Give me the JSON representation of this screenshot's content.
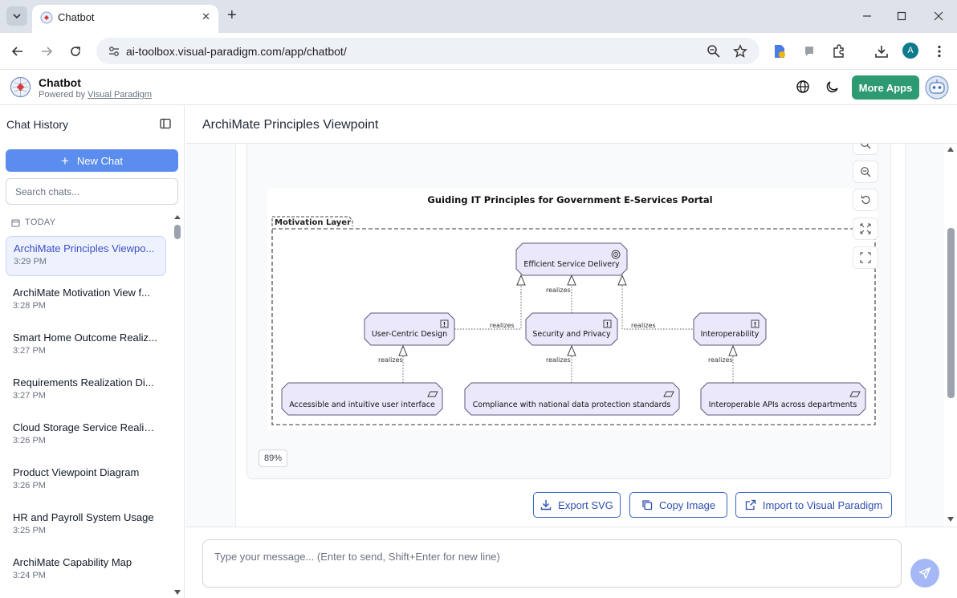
{
  "browser": {
    "tab_title": "Chatbot",
    "url": "ai-toolbox.visual-paradigm.com/app/chatbot/",
    "profile_initial": "A"
  },
  "app": {
    "title": "Chatbot",
    "powered_by": "Powered by",
    "powered_link": "Visual Paradigm",
    "more_apps": "More Apps"
  },
  "sidebar": {
    "title": "Chat History",
    "new_chat": "New Chat",
    "search_placeholder": "Search chats...",
    "group_label": "TODAY",
    "chats": [
      {
        "name": "ArchiMate Principles Viewpo...",
        "time": "3:29 PM",
        "active": true
      },
      {
        "name": "ArchiMate Motivation View f...",
        "time": "3:28 PM"
      },
      {
        "name": "Smart Home Outcome Realiz...",
        "time": "3:27 PM"
      },
      {
        "name": "Requirements Realization Di...",
        "time": "3:27 PM"
      },
      {
        "name": "Cloud Storage Service Realiz...",
        "time": "3:26 PM"
      },
      {
        "name": "Product Viewpoint Diagram",
        "time": "3:26 PM"
      },
      {
        "name": "HR and Payroll System Usage",
        "time": "3:25 PM"
      },
      {
        "name": "ArchiMate Capability Map",
        "time": "3:24 PM"
      }
    ]
  },
  "main": {
    "title": "ArchiMate Principles Viewpoint",
    "zoom_level": "89%",
    "actions": {
      "export_svg": "Export SVG",
      "copy_image": "Copy Image",
      "import_vp": "Import to Visual Paradigm"
    },
    "input_placeholder": "Type your message... (Enter to send, Shift+Enter for new line)"
  },
  "diagram": {
    "title": "Guiding IT Principles for Government E-Services Portal",
    "layer_label": "Motivation Layer",
    "goal": "Efficient Service Delivery",
    "principles": [
      "User-Centric Design",
      "Security and Privacy",
      "Interoperability"
    ],
    "requirements": [
      "Accessible and intuitive user interface",
      "Compliance with national data protection standards",
      "Interoperable APIs across departments"
    ],
    "relation_label": "realizes"
  },
  "colors": {
    "accent": "#5b8def",
    "more_apps": "#2e9a72",
    "node_fill": "#ece8fb",
    "node_stroke": "#5a5a7a"
  }
}
